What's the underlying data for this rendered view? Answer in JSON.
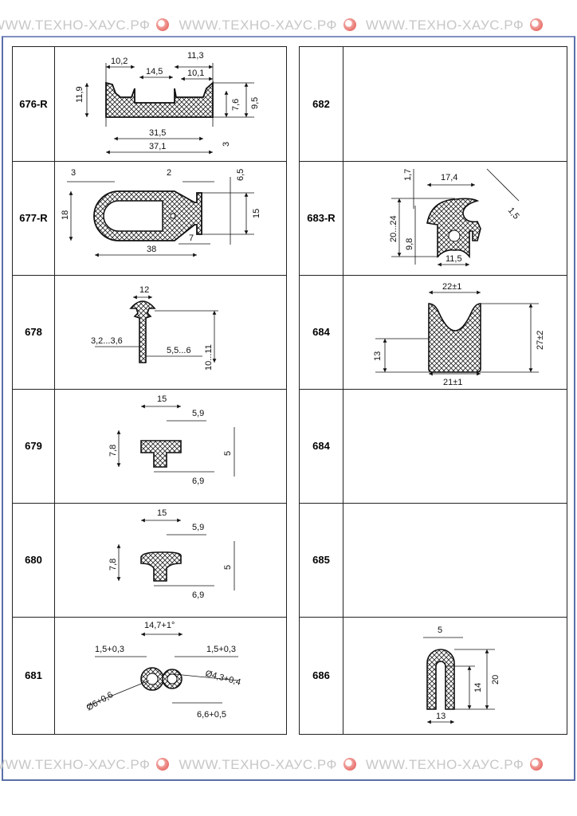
{
  "watermark": "WWW.ТЕХНО-ХАУС.РФ",
  "left": [
    {
      "code": "676-R",
      "dims": [
        "10,2",
        "14,5",
        "11,3",
        "10,1",
        "11,9",
        "7,6",
        "9,5",
        "31,5",
        "37,1",
        "3"
      ]
    },
    {
      "code": "677-R",
      "dims": [
        "3",
        "2",
        "6,5",
        "18",
        "15",
        "7",
        "38"
      ]
    },
    {
      "code": "678",
      "dims": [
        "12",
        "3,2...3,6",
        "5,5...6",
        "10...11"
      ]
    },
    {
      "code": "679",
      "dims": [
        "15",
        "5,9",
        "7,8",
        "5",
        "6,9"
      ]
    },
    {
      "code": "680",
      "dims": [
        "15",
        "5,9",
        "7,8",
        "5",
        "6,9"
      ]
    },
    {
      "code": "681",
      "dims": [
        "14,7+1°",
        "1,5+0,3",
        "1,5+0,3",
        "Ø4,3+0,4",
        "Ø6+0,6",
        "6,6+0,5"
      ]
    }
  ],
  "right": [
    {
      "code": "682"
    },
    {
      "code": "683-R",
      "dims": [
        "1,7",
        "17,4",
        "1,5",
        "20...24",
        "9,8",
        "11,5"
      ]
    },
    {
      "code": "684",
      "dims": [
        "22±1",
        "27±2",
        "13",
        "21±1"
      ]
    },
    {
      "code": "684"
    },
    {
      "code": "685"
    },
    {
      "code": "686",
      "dims": [
        "5",
        "14",
        "20",
        "13"
      ]
    }
  ]
}
